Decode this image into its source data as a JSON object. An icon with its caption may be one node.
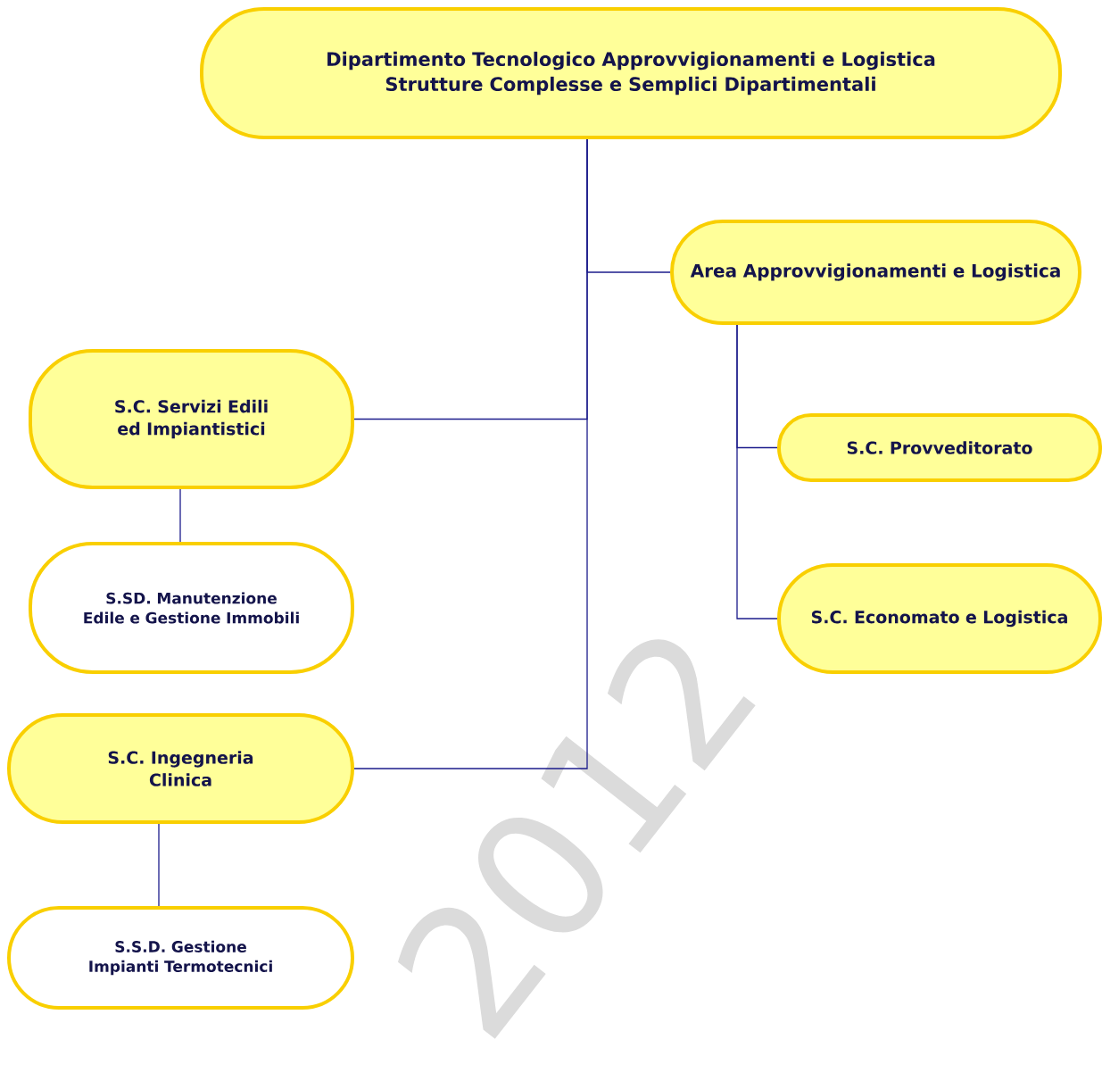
{
  "diagram": {
    "nodes": [
      {
        "text": [
          "Dipartimento Tecnologico Approvvigionamenti e Logistica",
          "Strutture Complesse e Semplici Dipartimentali"
        ]
      },
      {
        "text": [
          "Area Approvvigionamenti e Logistica"
        ]
      },
      {
        "text": [
          "S.C. Servizi Edili ed Impiantistici"
        ]
      },
      {
        "text": [
          "S.SD. Manutenzione Edile e Gestione Immobili"
        ]
      },
      {
        "text": [
          "S.C. Provveditorato"
        ]
      },
      {
        "text": [
          "S.C. Economato e Logistica"
        ]
      },
      {
        "text": [
          "S.C. Ingegneria Clinica"
        ]
      },
      {
        "text": [
          "S.S.D. Gestione Impianti Termotecnici"
        ]
      }
    ],
    "edges": [
      {
        "from": 0,
        "to": 1,
        "arrow": "none"
      },
      {
        "from": 0,
        "to": 2,
        "arrow": "none"
      },
      {
        "from": 0,
        "to": 6,
        "arrow": "none"
      },
      {
        "from": 1,
        "to": 4,
        "arrow": "none"
      },
      {
        "from": 1,
        "to": 5,
        "arrow": "none"
      },
      {
        "from": 2,
        "to": 3,
        "arrow": "none"
      },
      {
        "from": 6,
        "to": 7,
        "arrow": "none"
      }
    ],
    "labels": [
      "2012"
    ]
  }
}
